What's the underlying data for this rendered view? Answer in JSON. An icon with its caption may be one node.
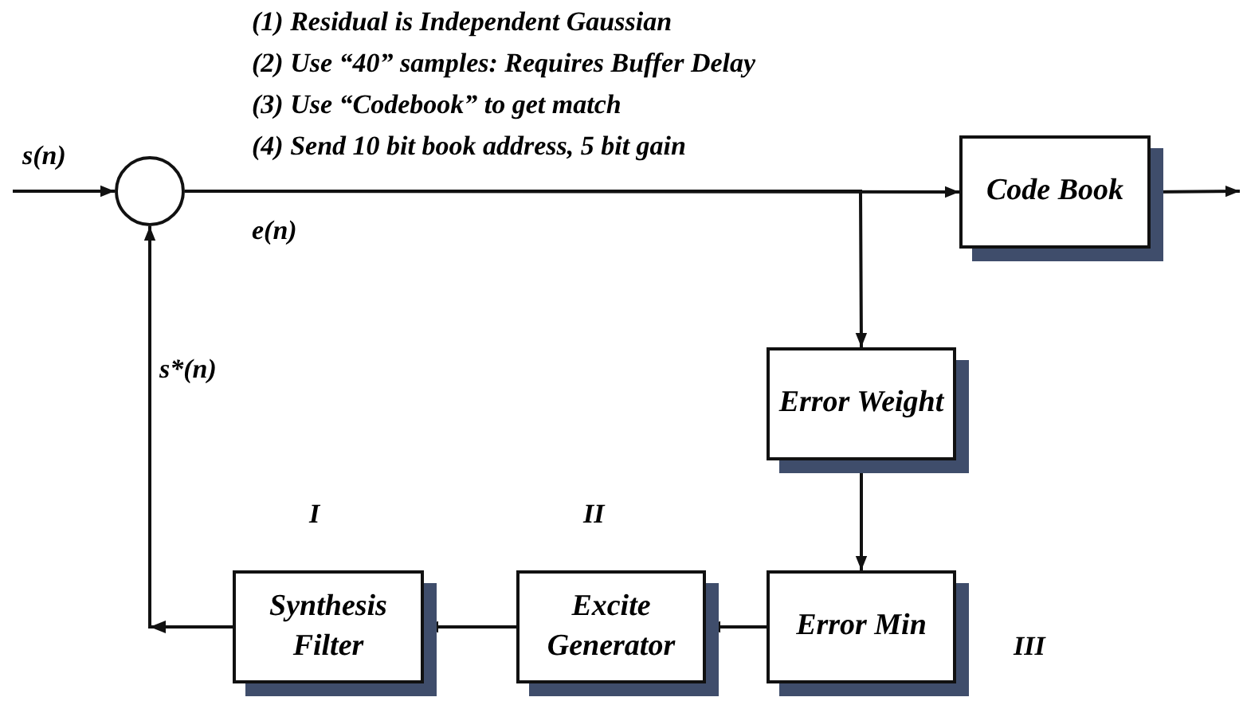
{
  "diagram": {
    "nodes": [
      {
        "text": [],
        "shape": "circle"
      },
      {
        "text": [
          "Code Book"
        ]
      },
      {
        "text": [
          "Error Weight"
        ]
      },
      {
        "text": [
          "Error Min"
        ],
        "beside": [
          "III"
        ]
      },
      {
        "text": [
          "Excite Generator"
        ],
        "beside": [
          "II"
        ]
      },
      {
        "text": [
          "Synthesis Filter"
        ],
        "beside": [
          "I"
        ]
      }
    ],
    "edges": [
      {
        "from": null,
        "to": 0,
        "arrow": "to",
        "label": "s(n)"
      },
      {
        "from": 0,
        "to": 1,
        "arrow": "to",
        "label": "e(n)"
      },
      {
        "from": 0,
        "to": 2,
        "arrow": "to"
      },
      {
        "from": 1,
        "to": null,
        "arrow": "to"
      },
      {
        "from": 2,
        "to": 3,
        "arrow": "to"
      },
      {
        "from": 3,
        "to": 4,
        "arrow": "to"
      },
      {
        "from": 4,
        "to": 5,
        "arrow": "to"
      },
      {
        "from": 5,
        "to": 0,
        "arrow": "to",
        "label": "s*(n)"
      }
    ],
    "labels": [
      "(1) Residual is Independent Gaussian",
      "(2) Use “40” samples: Requires Buffer Delay",
      "(3) Use “Codebook” to get match",
      "(4) Send 10 bit  book address, 5 bit gain"
    ]
  }
}
